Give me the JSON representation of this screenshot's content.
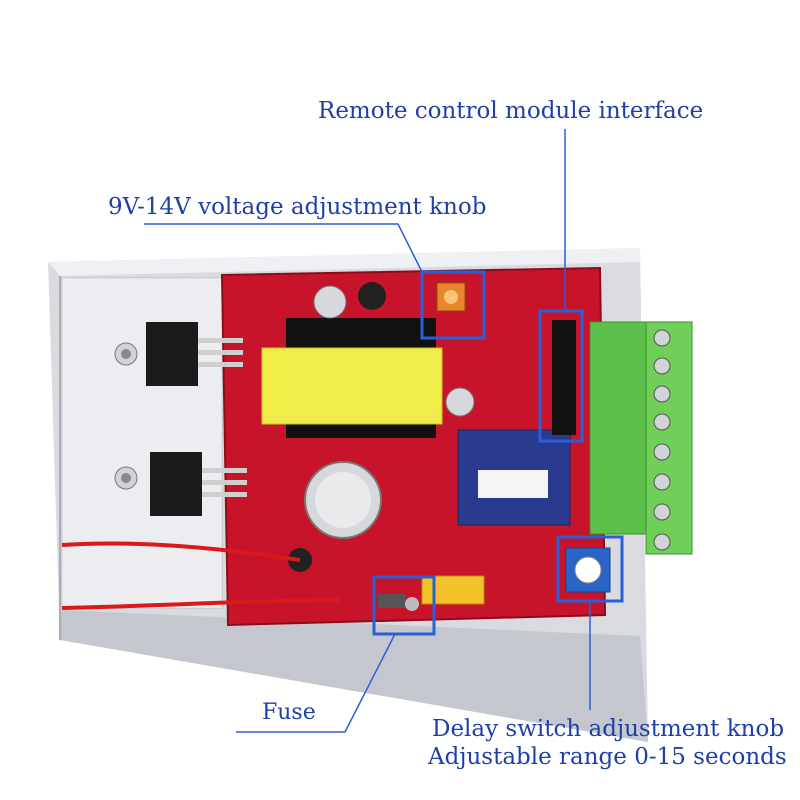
{
  "labels": {
    "remote_control": "Remote control module interface",
    "voltage_knob": "9V-14V voltage adjustment knob",
    "fuse": "Fuse",
    "delay_knob_line1": "Delay switch adjustment knob",
    "delay_knob_line2": "Adjustable range 0-15 seconds"
  },
  "colors": {
    "label_text": "#1f3fa8",
    "callout_box": "#2a5fd8",
    "pcb": "#c8142a",
    "terminal_block": "#5dc04a",
    "transformer": "#f0ec4a",
    "chassis": "#d9dbe0"
  }
}
